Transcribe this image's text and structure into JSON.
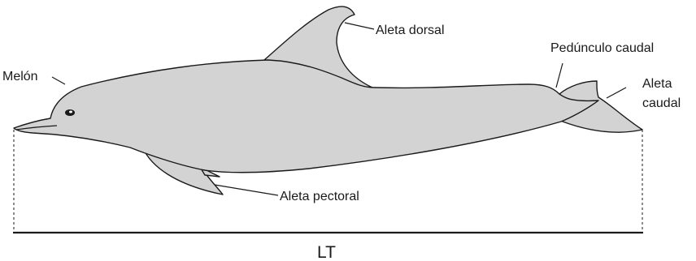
{
  "labels": {
    "melon": "Melón",
    "dorsal_fin": "Aleta dorsal",
    "caudal_peduncle": "Pedúnculo caudal",
    "caudal_fin_line1": "Aleta",
    "caudal_fin_line2": "caudal",
    "pectoral_fin": "Aleta pectoral",
    "total_length": "LT"
  },
  "colors": {
    "body": "#d3d3d3",
    "outline": "#1a1a1a"
  }
}
